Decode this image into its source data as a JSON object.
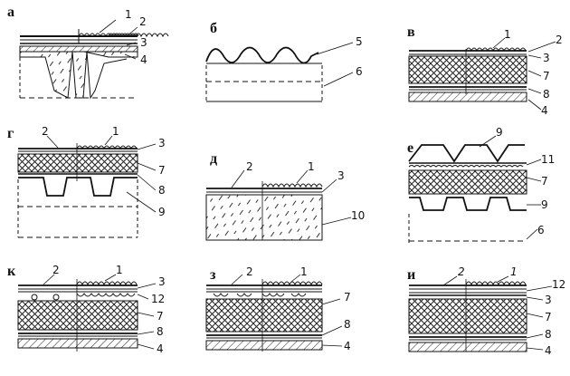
{
  "panels": [
    {
      "id": "a",
      "label": "а",
      "callouts": [
        "1",
        "2",
        "3",
        "4"
      ]
    },
    {
      "id": "b",
      "label": "б",
      "callouts": [
        "5",
        "6"
      ]
    },
    {
      "id": "v",
      "label": "в",
      "callouts": [
        "1",
        "2",
        "3",
        "7",
        "8",
        "4"
      ]
    },
    {
      "id": "g",
      "label": "г",
      "callouts": [
        "2",
        "1",
        "3",
        "7",
        "8",
        "9"
      ]
    },
    {
      "id": "d",
      "label": "д",
      "callouts": [
        "2",
        "1",
        "3",
        "10"
      ]
    },
    {
      "id": "e",
      "label": "е",
      "callouts": [
        "9",
        "11",
        "7",
        "9",
        "6"
      ]
    },
    {
      "id": "k",
      "label": "к",
      "callouts": [
        "2",
        "1",
        "3",
        "12",
        "7",
        "8",
        "4"
      ]
    },
    {
      "id": "z",
      "label": "з",
      "callouts": [
        "2",
        "1",
        "7",
        "8",
        "4"
      ]
    },
    {
      "id": "i",
      "label": "и",
      "callouts": [
        "2",
        "1",
        "12",
        "3",
        "7",
        "8",
        "4"
      ]
    }
  ]
}
